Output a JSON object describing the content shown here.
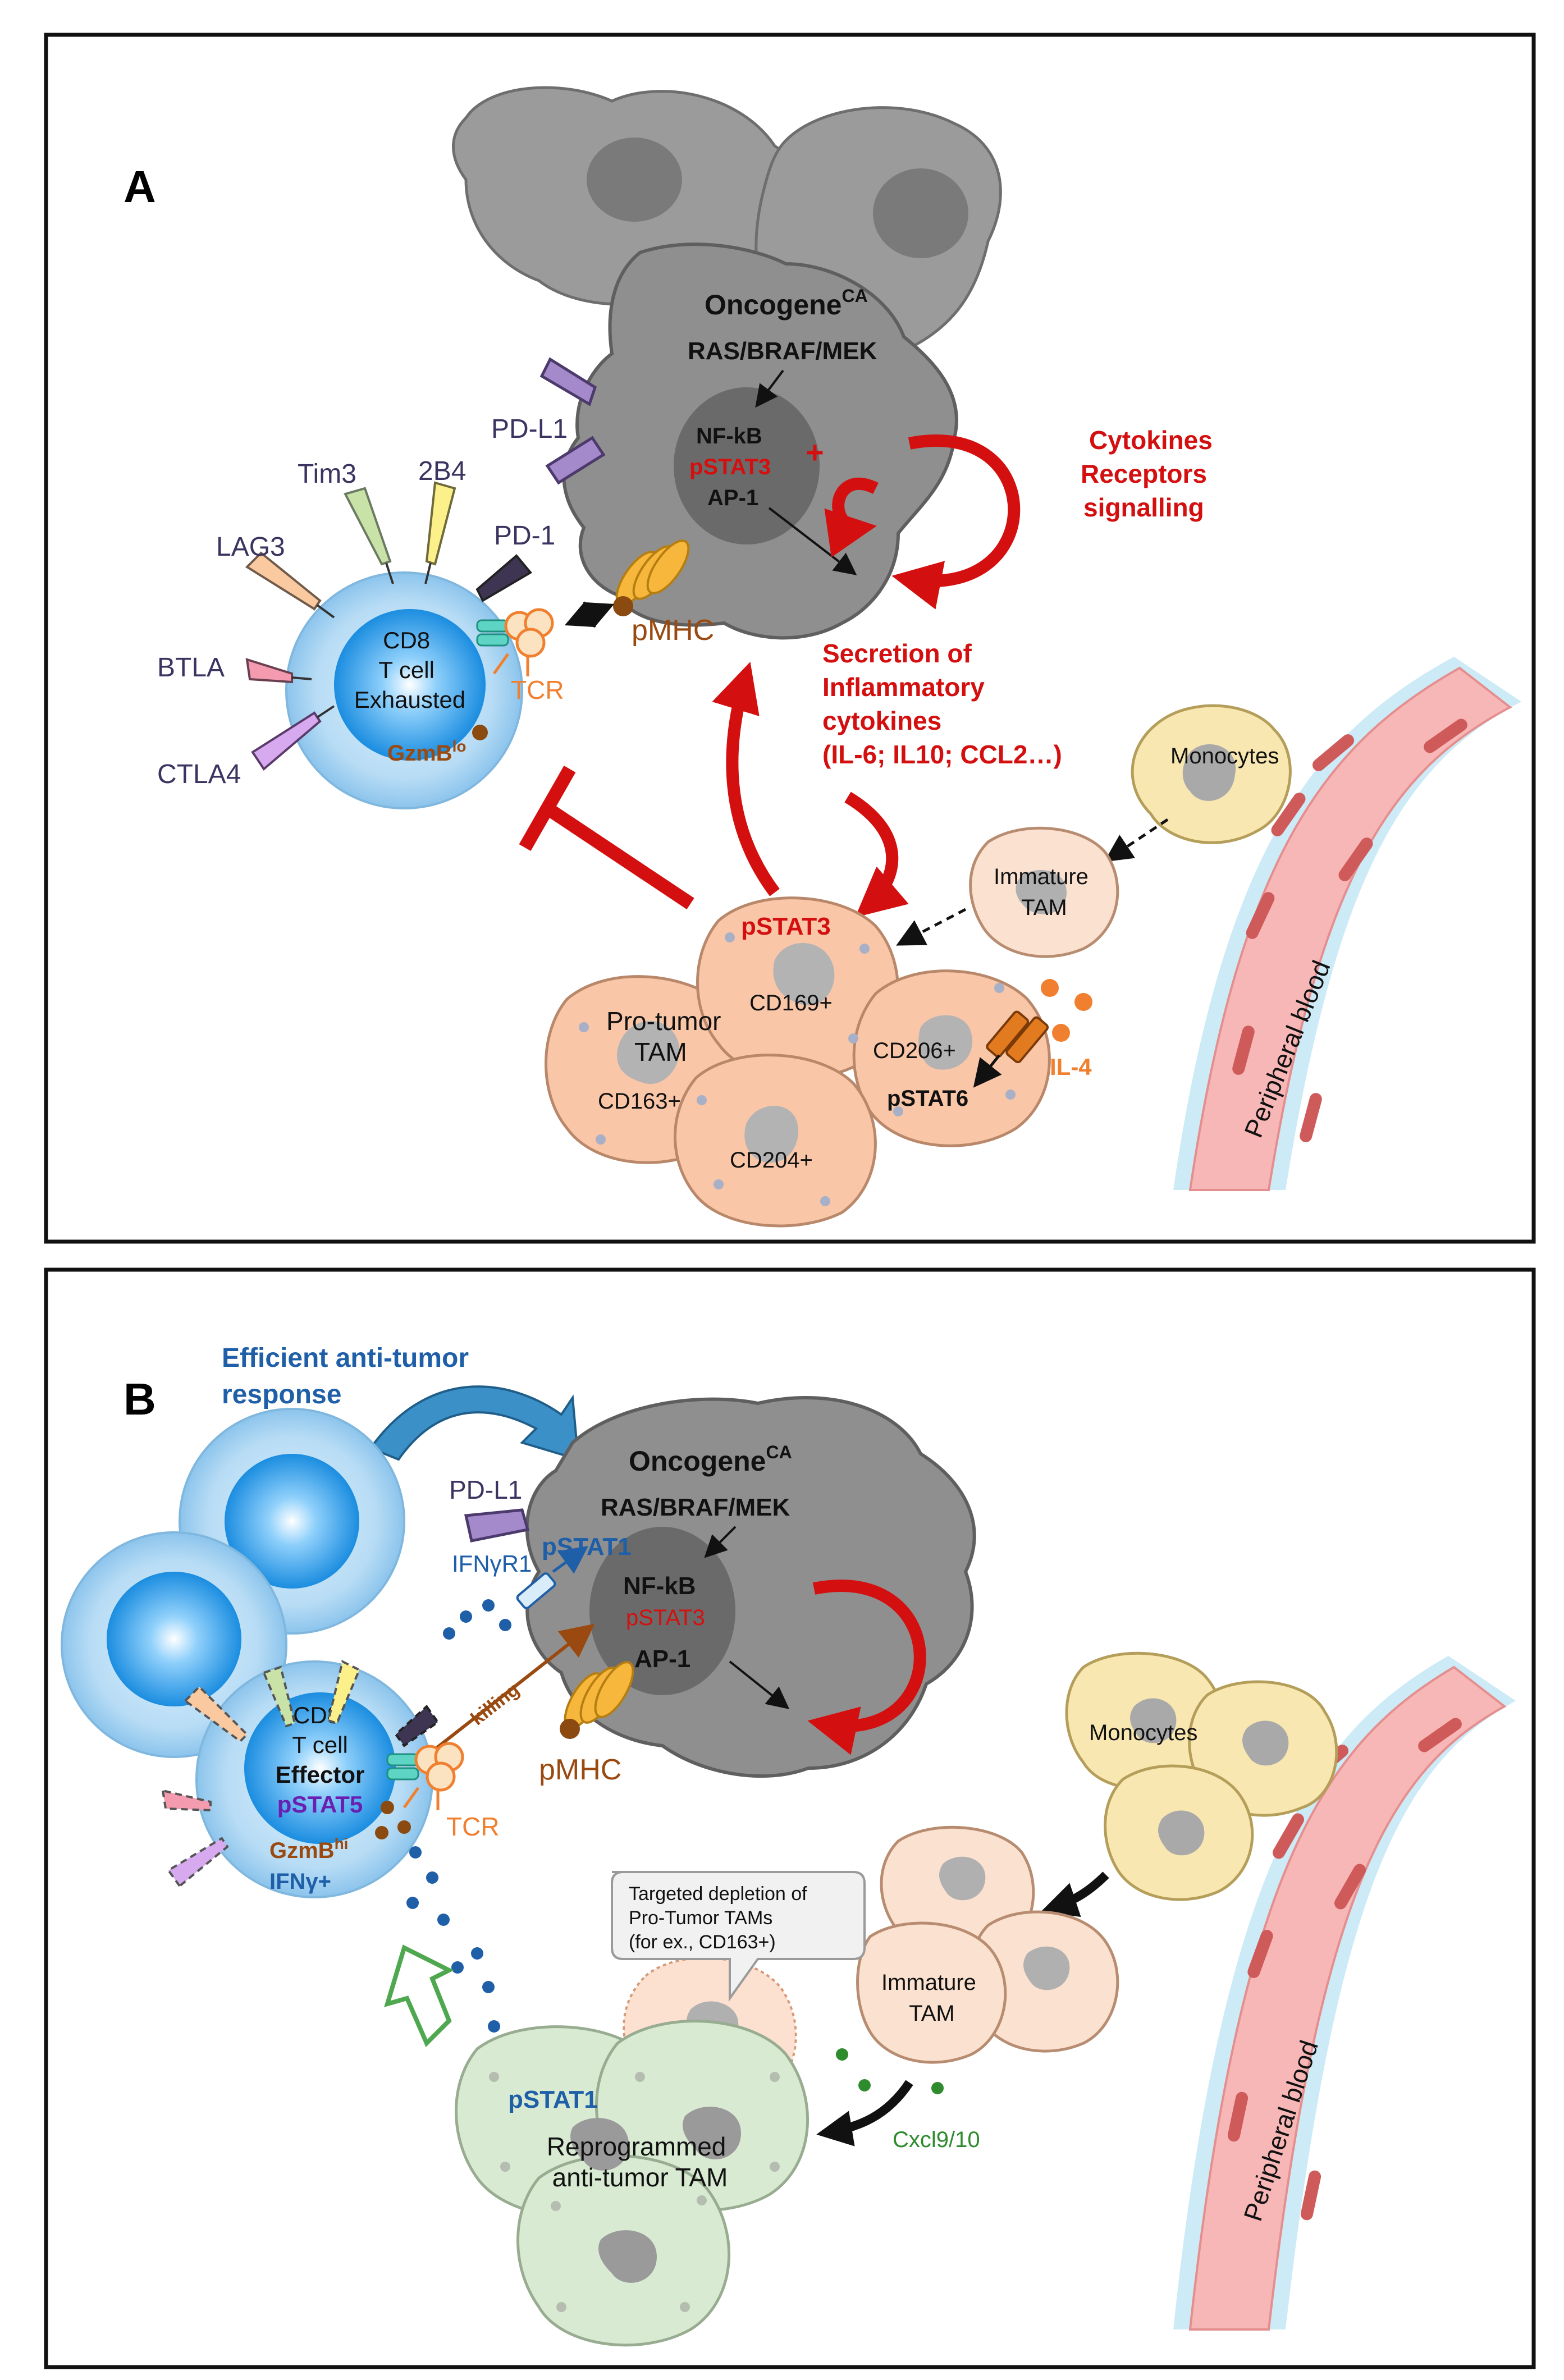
{
  "colors": {
    "red": "#d40f0f",
    "blue": "#1f5fa8",
    "purple": "#6a1fb0",
    "brown": "#9a4a10",
    "orange": "#f08030",
    "green": "#2e8b2e",
    "navy": "#3b3460",
    "tumor_gray": "#8f8f8f",
    "tam_peach": "#f9c6a8",
    "monocyte_yellow": "#f8e7b0",
    "reprog_green": "#d8ebd2",
    "tcell_blue": "#3fa7ee",
    "vessel_pink": "#f7b7b7"
  },
  "panelA": {
    "letter": "A",
    "tumor": {
      "oncogene": "Oncogene",
      "oncogene_sup": "CA",
      "pathway": "RAS/BRAF/MEK",
      "nfkb": "NF-kB",
      "pstat3": "pSTAT3",
      "plus": "+",
      "ap1": "AP-1"
    },
    "pdl1": "PD-L1",
    "pmhc": "pMHC",
    "tcr": "TCR",
    "tcell": {
      "line1": "CD8",
      "line2": "T cell",
      "line3": "Exhausted",
      "gzmb": "GzmB",
      "gzmb_sup": "lo"
    },
    "receptors": [
      "Tim3",
      "2B4",
      "PD-1",
      "LAG3",
      "BTLA",
      "CTLA4"
    ],
    "loop_label": [
      "Cytokines",
      "Receptors",
      "signalling"
    ],
    "secretion": [
      "Secretion of",
      "Inflammatory",
      "cytokines",
      "(IL-6; IL10; CCL2…)"
    ],
    "monocytes": "Monocytes",
    "immature_tam": [
      "Immature",
      "TAM"
    ],
    "tam": {
      "pstat3": "pSTAT3",
      "cd169": "CD169+",
      "pro_tumor": [
        "Pro-tumor",
        "TAM"
      ],
      "cd163": "CD163+",
      "cd206": "CD206+",
      "pstat6": "pSTAT6",
      "cd204": "CD204+"
    },
    "il4": "IL-4",
    "blood": "Peripheral blood"
  },
  "panelB": {
    "letter": "B",
    "efficient": [
      "Efficient anti-tumor",
      "response"
    ],
    "tumor": {
      "oncogene": "Oncogene",
      "oncogene_sup": "CA",
      "pathway": "RAS/BRAF/MEK",
      "pstat1": "pSTAT1",
      "nfkb": "NF-kB",
      "pstat3": "pSTAT3",
      "ap1": "AP-1"
    },
    "pdl1": "PD-L1",
    "ifngr1": "IFNγR1",
    "killing": "killing",
    "pmhc": "pMHC",
    "tcr": "TCR",
    "tcell": {
      "line1": "CD8",
      "line2": "T cell",
      "line3": "Effector",
      "pstat5": "pSTAT5",
      "gzmb": "GzmB",
      "gzmb_sup": "hi",
      "ifng": "IFNγ+"
    },
    "callout": [
      "Targeted depletion of",
      "Pro-Tumor TAMs",
      "(for ex., CD163+)"
    ],
    "monocytes": "Monocytes",
    "immature_tam": [
      "Immature",
      "TAM"
    ],
    "reprog_pstat1": "pSTAT1",
    "reprogrammed": [
      "Reprogrammed",
      "anti-tumor TAM"
    ],
    "cxcl": "Cxcl9/10",
    "blood": "Peripheral blood"
  }
}
